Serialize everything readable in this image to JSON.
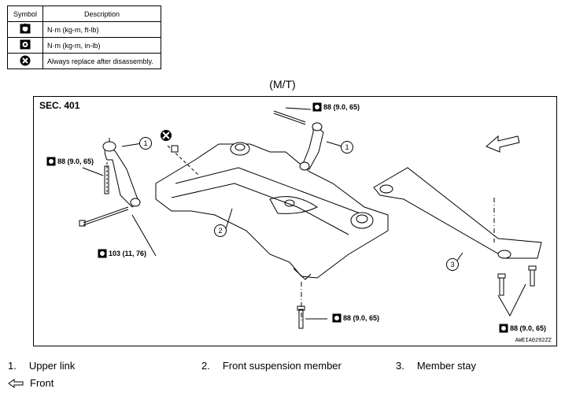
{
  "symbol_table": {
    "header_symbol": "Symbol",
    "header_description": "Description",
    "rows": [
      {
        "icon": "torque-wrench-icon",
        "description": "N·m (kg-m, ft-lb)"
      },
      {
        "icon": "torque-wrench-small-icon",
        "description": "N·m (kg-m, in-lb)"
      },
      {
        "icon": "replace-after-disassembly-icon",
        "description": "Always replace after disassembly."
      }
    ]
  },
  "variant": "(M/T)",
  "diagram": {
    "section": "SEC. 401",
    "figure_code": "AWEIA0292ZZ",
    "torques": [
      "88 (9.0, 65)",
      "88 (9.0, 65)",
      "103 (11, 76)",
      "88 (9.0, 65)",
      "88 (9.0, 65)"
    ],
    "callouts": [
      "1",
      "1",
      "2",
      "3"
    ]
  },
  "legend": {
    "items": [
      {
        "num": "1.",
        "label": "Upper link"
      },
      {
        "num": "2.",
        "label": "Front suspension member"
      },
      {
        "num": "3.",
        "label": "Member stay"
      }
    ],
    "front_label": "Front"
  }
}
